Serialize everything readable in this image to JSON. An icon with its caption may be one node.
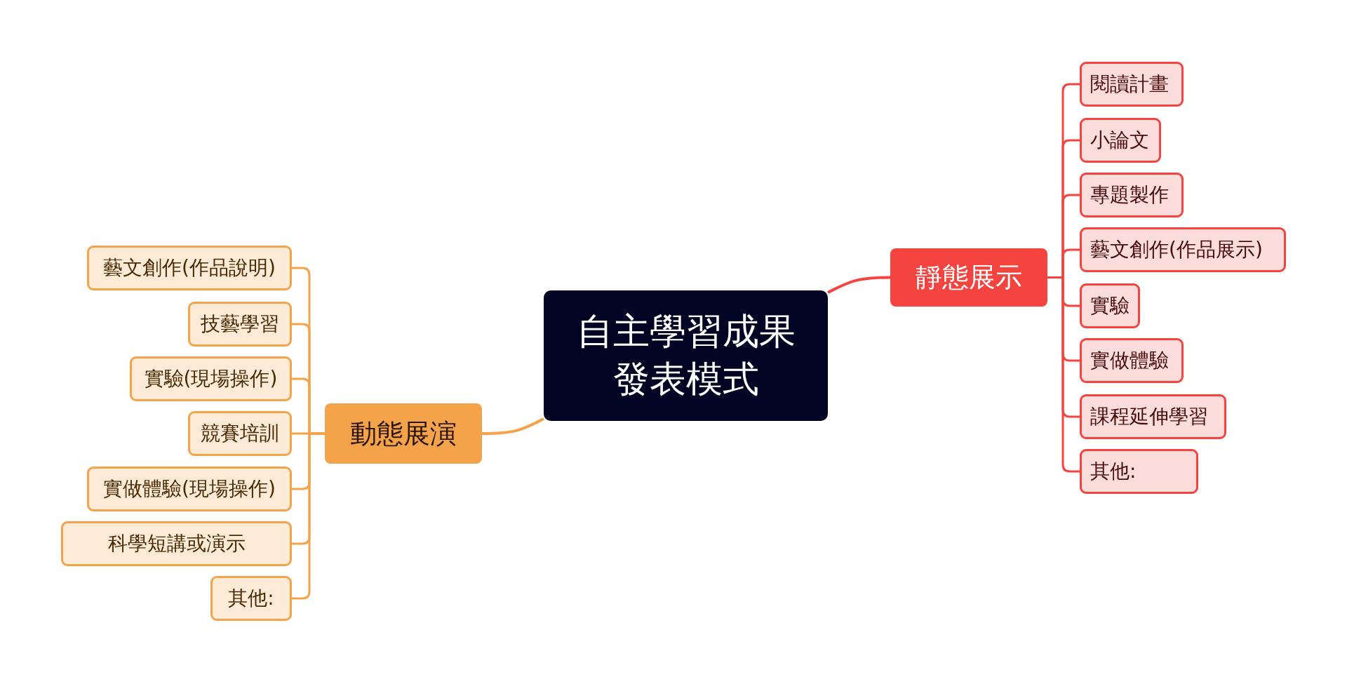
{
  "diagram": {
    "nodes": [
      {
        "text": [
          "自主學習成果發表模式"
        ]
      },
      {
        "text": [
          "靜態展示"
        ]
      },
      {
        "text": [
          "閱讀計畫"
        ]
      },
      {
        "text": [
          "小論文"
        ]
      },
      {
        "text": [
          "專題製作"
        ]
      },
      {
        "text": [
          "藝文創作(作品展示)"
        ]
      },
      {
        "text": [
          "實驗"
        ]
      },
      {
        "text": [
          "實做體驗"
        ]
      },
      {
        "text": [
          "課程延伸學習"
        ]
      },
      {
        "text": [
          "其他:"
        ]
      },
      {
        "text": [
          "動態展演"
        ]
      },
      {
        "text": [
          "藝文創作(作品說明)"
        ]
      },
      {
        "text": [
          "技藝學習"
        ]
      },
      {
        "text": [
          "實驗(現場操作)"
        ]
      },
      {
        "text": [
          "競賽培訓"
        ]
      },
      {
        "text": [
          "實做體驗(現場操作)"
        ]
      },
      {
        "text": [
          "科學短講或演示"
        ]
      },
      {
        "text": [
          "其他:"
        ]
      }
    ],
    "edges": [
      {
        "from": 0,
        "to": 1,
        "arrow": "none"
      },
      {
        "from": 0,
        "to": 10,
        "arrow": "none",
        "color": "#f5a34a"
      },
      {
        "from": 1,
        "to": 2,
        "arrow": "none"
      },
      {
        "from": 1,
        "to": 3,
        "arrow": "none"
      },
      {
        "from": 1,
        "to": 4,
        "arrow": "none"
      },
      {
        "from": 1,
        "to": 5,
        "arrow": "none"
      },
      {
        "from": 1,
        "to": 6,
        "arrow": "none"
      },
      {
        "from": 1,
        "to": 7,
        "arrow": "none"
      },
      {
        "from": 1,
        "to": 8,
        "arrow": "none"
      },
      {
        "from": 1,
        "to": 9,
        "arrow": "none"
      },
      {
        "from": 10,
        "to": 11,
        "arrow": "none",
        "color": "#f5a34a"
      },
      {
        "from": 10,
        "to": 12,
        "arrow": "none",
        "color": "#f5a34a"
      },
      {
        "from": 10,
        "to": 13,
        "arrow": "none",
        "color": "#f5a34a"
      },
      {
        "from": 10,
        "to": 14,
        "arrow": "none",
        "color": "#f5a34a"
      },
      {
        "from": 10,
        "to": 15,
        "arrow": "none",
        "color": "#f5a34a"
      },
      {
        "from": 10,
        "to": 16,
        "arrow": "none",
        "color": "#f5a34a"
      },
      {
        "from": 10,
        "to": 17,
        "arrow": "none",
        "color": "#f5a34a"
      }
    ]
  }
}
